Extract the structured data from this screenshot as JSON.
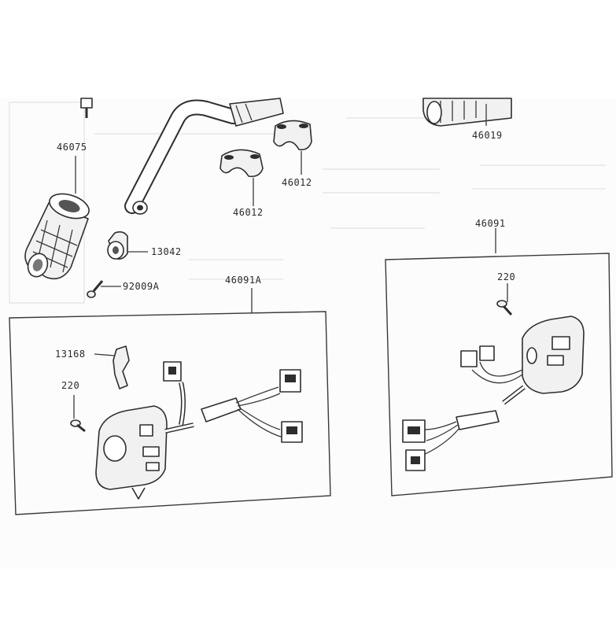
{
  "callouts": {
    "p46075": "46075",
    "p46019": "46019",
    "p46012_left": "46012",
    "p46012_right": "46012",
    "p13042": "13042",
    "p92009A": "92009A",
    "p46091A": "46091A",
    "p46091": "46091",
    "p13168": "13168",
    "p220_left": "220",
    "p220_right": "220"
  },
  "colors": {
    "paper": "#fcfcfc",
    "border": "#ffffff",
    "ink": "#2e2e2e"
  }
}
